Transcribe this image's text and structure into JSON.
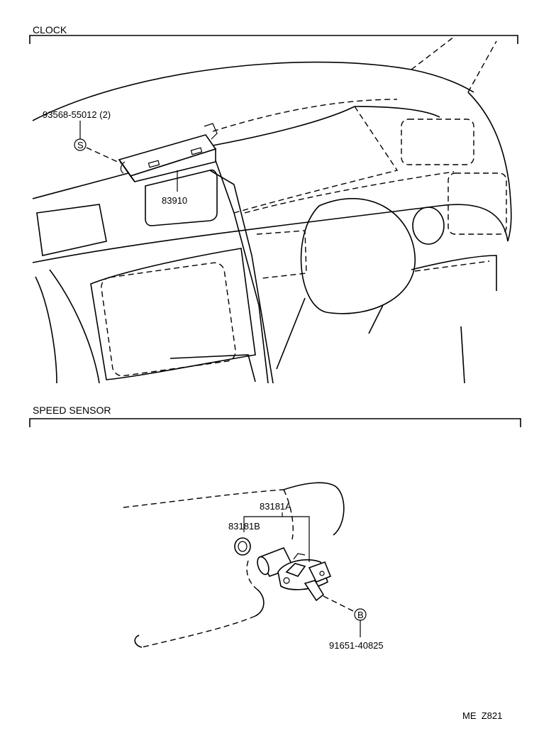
{
  "sections": {
    "clock": {
      "title": "CLOCK"
    },
    "speed_sensor": {
      "title": "SPEED SENSOR"
    }
  },
  "parts": {
    "clock_screw": "93568-55012 (2)",
    "clock_screw_symbol": "S",
    "clock_assembly": "83910",
    "speed_sensor": "83181A",
    "speed_sensor_oring": "83181B",
    "speed_sensor_bolt": "91651-40825",
    "speed_sensor_bolt_symbol": "B"
  },
  "footer": {
    "code": "ME  Z821"
  }
}
